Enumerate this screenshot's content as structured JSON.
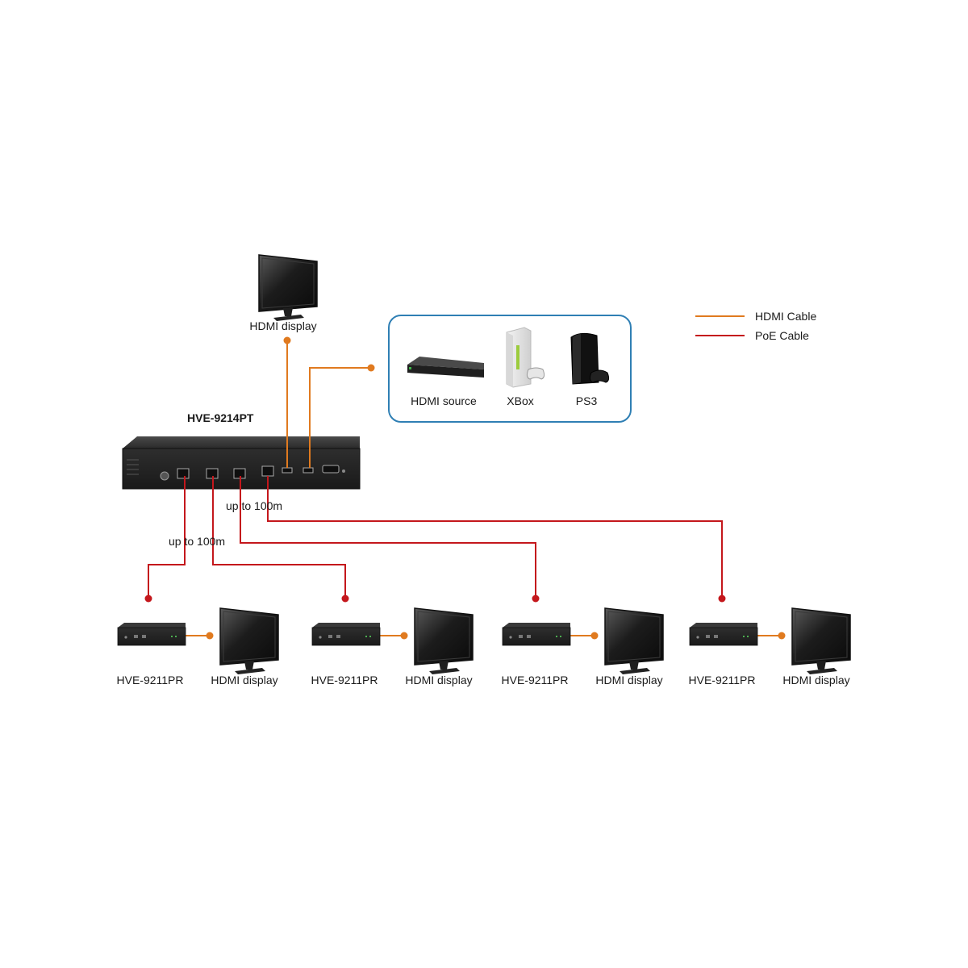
{
  "legend": {
    "items": [
      {
        "label": "HDMI Cable",
        "color": "#e07a1f"
      },
      {
        "label": "PoE Cable",
        "color": "#c4171c"
      }
    ]
  },
  "transmitter": {
    "label": "HVE-9214PT"
  },
  "top_display": {
    "label": "HDMI display"
  },
  "sources": [
    {
      "label": "HDMI source",
      "icon": "media-player-icon"
    },
    {
      "label": "XBox",
      "icon": "xbox-console-icon"
    },
    {
      "label": "PS3",
      "icon": "ps3-console-icon"
    }
  ],
  "distance_labels": [
    "up to 100m",
    "up to 100m"
  ],
  "receivers": [
    {
      "receiver_label": "HVE-9211PR",
      "display_label": "HDMI display"
    },
    {
      "receiver_label": "HVE-9211PR",
      "display_label": "HDMI display"
    },
    {
      "receiver_label": "HVE-9211PR",
      "display_label": "HDMI display"
    },
    {
      "receiver_label": "HVE-9211PR",
      "display_label": "HDMI display"
    }
  ],
  "colors": {
    "hdmi": "#e07a1f",
    "poe": "#c4171c",
    "box_border": "#2f7fb4",
    "device": "#2b2b2b"
  }
}
